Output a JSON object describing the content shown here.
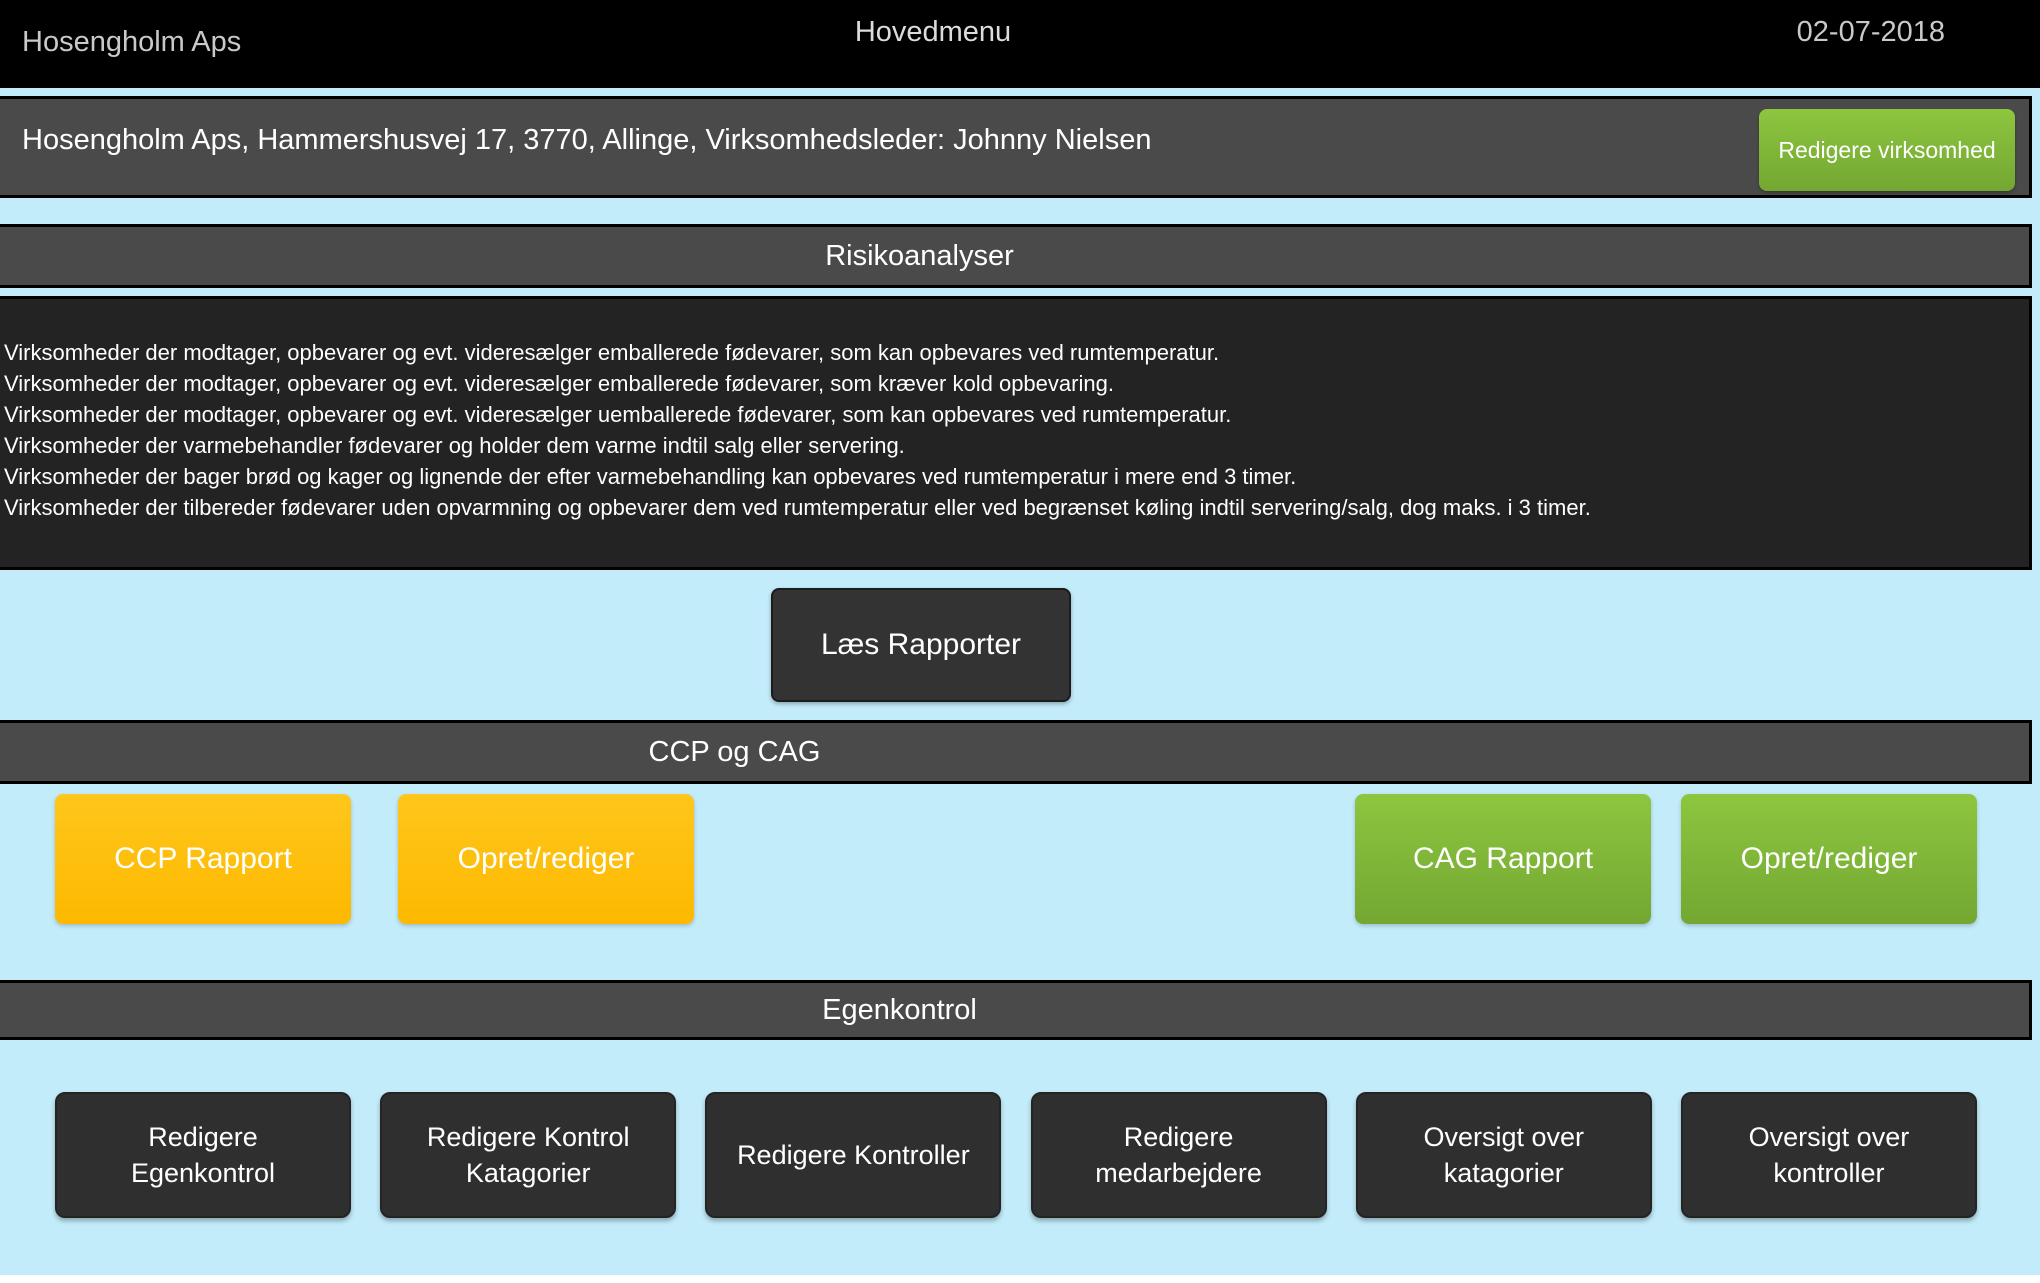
{
  "colors": {
    "background_blue": "#c3ecfb",
    "topbar_black": "#000000",
    "bar_gray": "#4a4a4a",
    "panel_dark": "#232323",
    "button_dark": "#2f2f2f",
    "accent_orange": "#fdbb00",
    "accent_green": "#8dc63f"
  },
  "topbar": {
    "company": "Hosengholm Aps",
    "title": "Hovedmenu",
    "date": "02-07-2018"
  },
  "company_bar": {
    "info": "Hosengholm Aps, Hammershusvej 17, 3770, Allinge, Virksomhedsleder: Johnny Nielsen",
    "edit_button": "Redigere virksomhed"
  },
  "risikoanalyser": {
    "header": "Risikoanalyser",
    "lines": [
      "Virksomheder der modtager, opbevarer og evt. videresælger emballerede fødevarer, som kan opbevares ved rumtemperatur.",
      "Virksomheder der modtager, opbevarer og evt. videresælger emballerede fødevarer, som kræver kold opbevaring.",
      "Virksomheder der modtager, opbevarer og evt. videresælger uemballerede fødevarer, som kan opbevares ved rumtemperatur.",
      "Virksomheder der varmebehandler fødevarer og holder dem varme indtil salg eller servering.",
      "Virksomheder der bager brød og kager og lignende der efter varmebehandling kan opbevares ved rumtemperatur i mere end 3 timer.",
      "Virksomheder der tilbereder fødevarer uden opvarmning og opbevarer dem ved rumtemperatur eller ved begrænset køling indtil servering/salg, dog maks. i 3 timer."
    ],
    "read_reports_button": "Læs Rapporter"
  },
  "ccp_cag": {
    "header": "CCP og CAG",
    "ccp_report_button": "CCP Rapport",
    "ccp_edit_button": "Opret/rediger",
    "cag_report_button": "CAG Rapport",
    "cag_edit_button": "Opret/rediger"
  },
  "egenkontrol": {
    "header": "Egenkontrol",
    "buttons": [
      "Redigere\nEgenkontrol",
      "Redigere Kontrol\nKatagorier",
      "Redigere Kontroller",
      "Redigere\nmedarbejdere",
      "Oversigt over\nkatagorier",
      "Oversigt over\nkontroller"
    ]
  }
}
